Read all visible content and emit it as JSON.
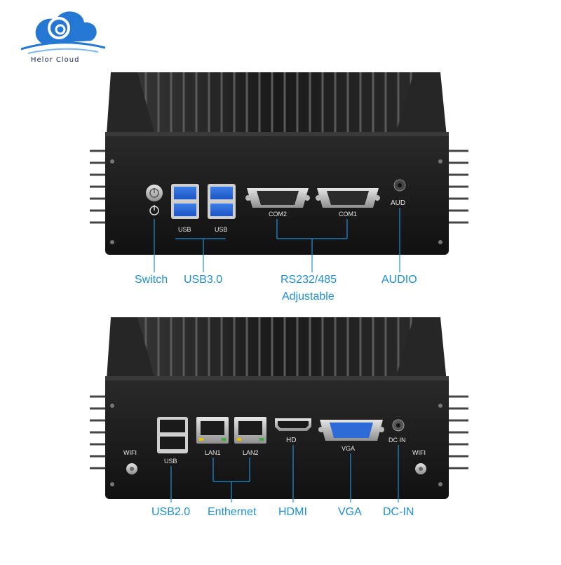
{
  "brand": {
    "name": "Helor Cloud",
    "colors": {
      "accent_blue": "#1e8fd8",
      "logo_navy": "#1b2a55",
      "logo_blue": "#2478d4"
    }
  },
  "top_panel": {
    "port_labels": {
      "usb_a": "USB",
      "usb_b": "USB",
      "com2": "COM2",
      "com1": "COM1",
      "aud": "AUD"
    },
    "callouts": {
      "switch": "Switch",
      "usb3": "USB3.0",
      "rs232_line1": "RS232/485",
      "rs232_line2": "Adjustable",
      "audio": "AUDIO"
    }
  },
  "bottom_panel": {
    "port_labels": {
      "wifi_left": "WIFI",
      "usb": "USB",
      "lan1": "LAN1",
      "lan2": "LAN2",
      "hd": "HD",
      "vga": "VGA",
      "dc_in": "DC IN",
      "wifi_right": "WIFI"
    },
    "callouts": {
      "usb2": "USB2.0",
      "ethernet": "Enthernet",
      "hdmi": "HDMI",
      "vga": "VGA",
      "dc_in": "DC-IN"
    }
  }
}
